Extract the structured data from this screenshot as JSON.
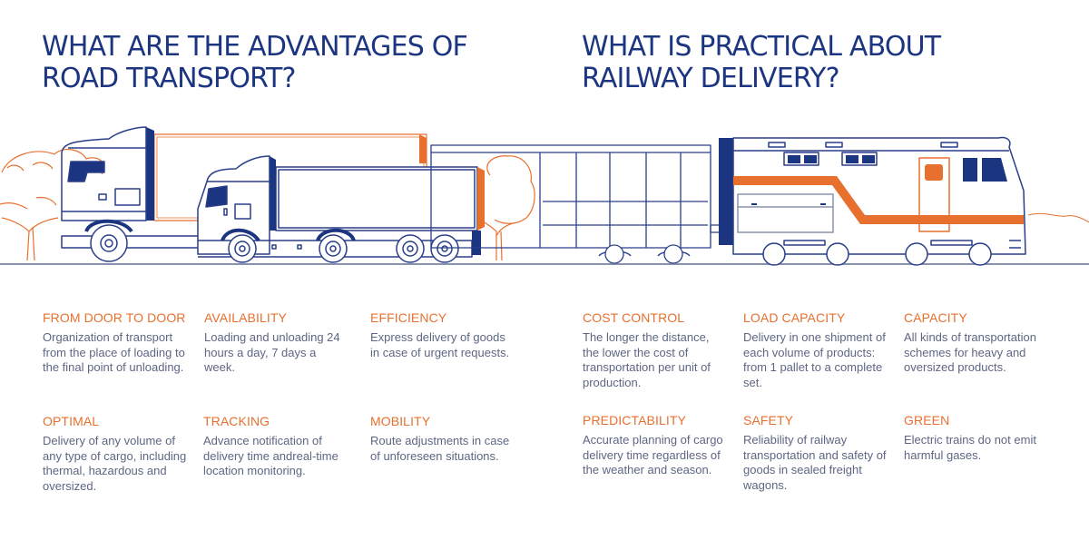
{
  "colors": {
    "heading": "#1c3580",
    "accent": "#e8702f",
    "body_text": "#5d6683",
    "outline": "#2a3f8a",
    "ground": "#8a93ad",
    "tree": "#e8702f"
  },
  "road": {
    "heading_lines": [
      "WHAT ARE THE ADVANTAGES OF",
      "ROAD TRANSPORT?"
    ],
    "features": [
      {
        "title": "FROM DOOR TO DOOR",
        "description": "Organization of transport from the place of loading to the final point of unloading."
      },
      {
        "title": "AVAILABILITY",
        "description": "Loading and unloading 24 hours a day, 7 days a week."
      },
      {
        "title": "EFFICIENCY",
        "description": "Express delivery of goods in case of urgent requests."
      },
      {
        "title": "OPTIMAL",
        "description": "Delivery of any volume of any type of cargo, including thermal, hazardous and oversized."
      },
      {
        "title": "TRACKING",
        "description": "Advance notification of delivery time andreal-time location monitoring."
      },
      {
        "title": "MOBILITY",
        "description": "Route adjustments in case of unforeseen situations."
      }
    ]
  },
  "rail": {
    "heading_lines": [
      "WHAT IS PRACTICAL ABOUT",
      "RAILWAY DELIVERY?"
    ],
    "features": [
      {
        "title": "COST CONTROL",
        "description": "The longer the distance, the lower the cost of transportation per unit of production."
      },
      {
        "title": "LOAD CAPACITY",
        "description": "Delivery in one shipment of each volume of products: from 1 pallet to a complete set."
      },
      {
        "title": "CAPACITY",
        "description": "All kinds of transportation schemes for heavy and oversized products."
      },
      {
        "title": "PREDICTABILITY",
        "description": "Accurate planning of cargo delivery time regardless of the weather and season."
      },
      {
        "title": "SAFETY",
        "description": "Reliability of railway transportation and safety of goods in sealed freight wagons."
      },
      {
        "title": "GREEN",
        "description": "Electric trains do not emit harmful gases."
      }
    ]
  },
  "illustration": {
    "icons": [
      "tree-icon",
      "truck-icon",
      "freight-wagon-icon",
      "locomotive-icon"
    ]
  }
}
